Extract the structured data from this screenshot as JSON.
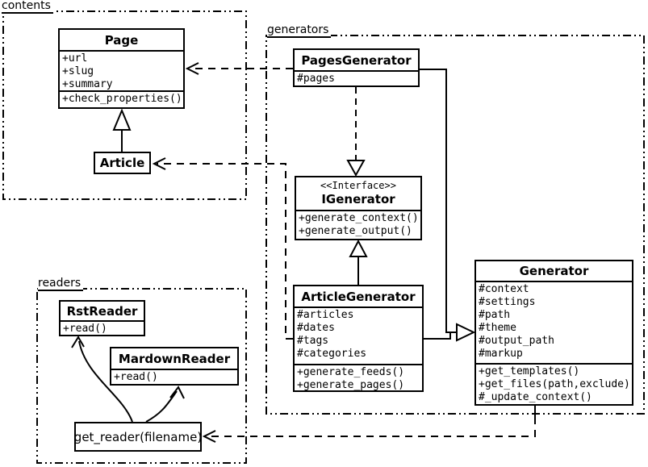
{
  "colors": {
    "line": "#000000",
    "background": "#ffffff"
  },
  "packages": {
    "contents": {
      "label": "contents"
    },
    "generators": {
      "label": "generators"
    },
    "readers": {
      "label": "readers"
    }
  },
  "classes": {
    "page": {
      "title": "Page",
      "attributes": [
        "+url",
        "+slug",
        "+summary"
      ],
      "methods": [
        "+check_properties()"
      ]
    },
    "article": {
      "title": "Article"
    },
    "pages_generator": {
      "title": "PagesGenerator",
      "attributes": [
        "#pages"
      ]
    },
    "igenerator": {
      "stereotype": "<<Interface>>",
      "title": "IGenerator",
      "methods": [
        "+generate_context()",
        "+generate_output()"
      ]
    },
    "article_generator": {
      "title": "ArticleGenerator",
      "attributes": [
        "#articles",
        "#dates",
        "#tags",
        "#categories"
      ],
      "methods": [
        "+generate_feeds()",
        "+generate_pages()"
      ]
    },
    "generator": {
      "title": "Generator",
      "attributes": [
        "#context",
        "#settings",
        "#path",
        "#theme",
        "#output_path",
        "#markup"
      ],
      "methods": [
        "+get_templates()",
        "+get_files(path,exclude)",
        "#_update_context()"
      ]
    },
    "rst_reader": {
      "title": "RstReader",
      "methods": [
        "+read()"
      ]
    },
    "mardown_reader": {
      "title": "MardownReader",
      "methods": [
        "+read()"
      ]
    },
    "get_reader": {
      "title": "get_reader(filename)"
    }
  },
  "relations": [
    {
      "from": "Article",
      "to": "Page",
      "type": "generalization"
    },
    {
      "from": "PagesGenerator",
      "to": "Page",
      "type": "dependency"
    },
    {
      "from": "ArticleGenerator",
      "to": "Article",
      "type": "dependency"
    },
    {
      "from": "PagesGenerator",
      "to": "IGenerator",
      "type": "realization"
    },
    {
      "from": "ArticleGenerator",
      "to": "IGenerator",
      "type": "generalization"
    },
    {
      "from": "PagesGenerator",
      "to": "Generator",
      "type": "generalization"
    },
    {
      "from": "ArticleGenerator",
      "to": "Generator",
      "type": "generalization"
    },
    {
      "from": "Generator",
      "to": "get_reader(filename)",
      "type": "dependency"
    },
    {
      "from": "get_reader(filename)",
      "to": "RstReader",
      "type": "arrow"
    },
    {
      "from": "get_reader(filename)",
      "to": "MardownReader",
      "type": "arrow"
    }
  ]
}
